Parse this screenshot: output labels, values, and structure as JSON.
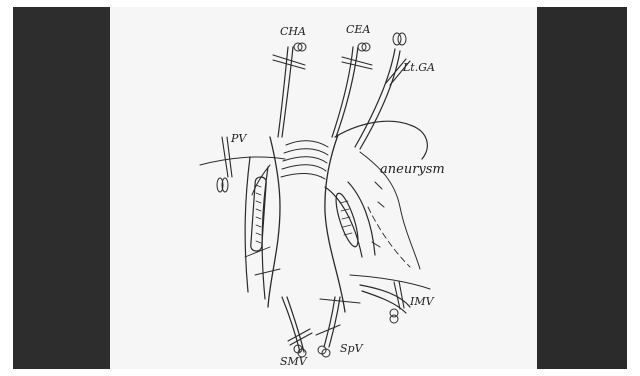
{
  "diagram": {
    "labels": {
      "cha": "CHA",
      "cea": "CEA",
      "ltga": "Lt.GA",
      "pv": "PV",
      "aneurysm": "aneurysm",
      "imv": "IMV",
      "smv": "SMV",
      "spv": "SpV"
    }
  },
  "colors": {
    "background": "#ffffff",
    "pillarbox": "#2b2b2b",
    "paper": "#f6f6f6",
    "ink": "#2a2a2a"
  }
}
